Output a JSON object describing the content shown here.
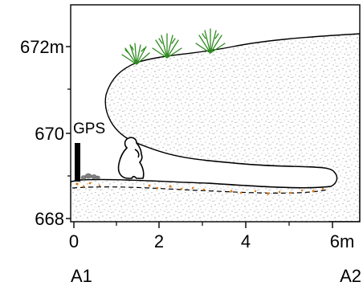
{
  "y_axis": {
    "ticks": [
      {
        "value": 672,
        "label": "672m"
      },
      {
        "value": 670,
        "label": "670"
      },
      {
        "value": 668,
        "label": "668"
      }
    ]
  },
  "x_axis": {
    "ticks": [
      {
        "value": 0,
        "label": "0"
      },
      {
        "value": 2,
        "label": "2"
      },
      {
        "value": 4,
        "label": "4"
      },
      {
        "value": 6,
        "label": "6m"
      }
    ]
  },
  "section_ends": {
    "start": "A1",
    "end": "A2"
  },
  "gps_label": "GPS",
  "colors": {
    "rock_speckle": "#8a8a8a",
    "vegetation": "#2e8b1f",
    "sediment_dots": "#e07a10",
    "stones": "#808080"
  }
}
